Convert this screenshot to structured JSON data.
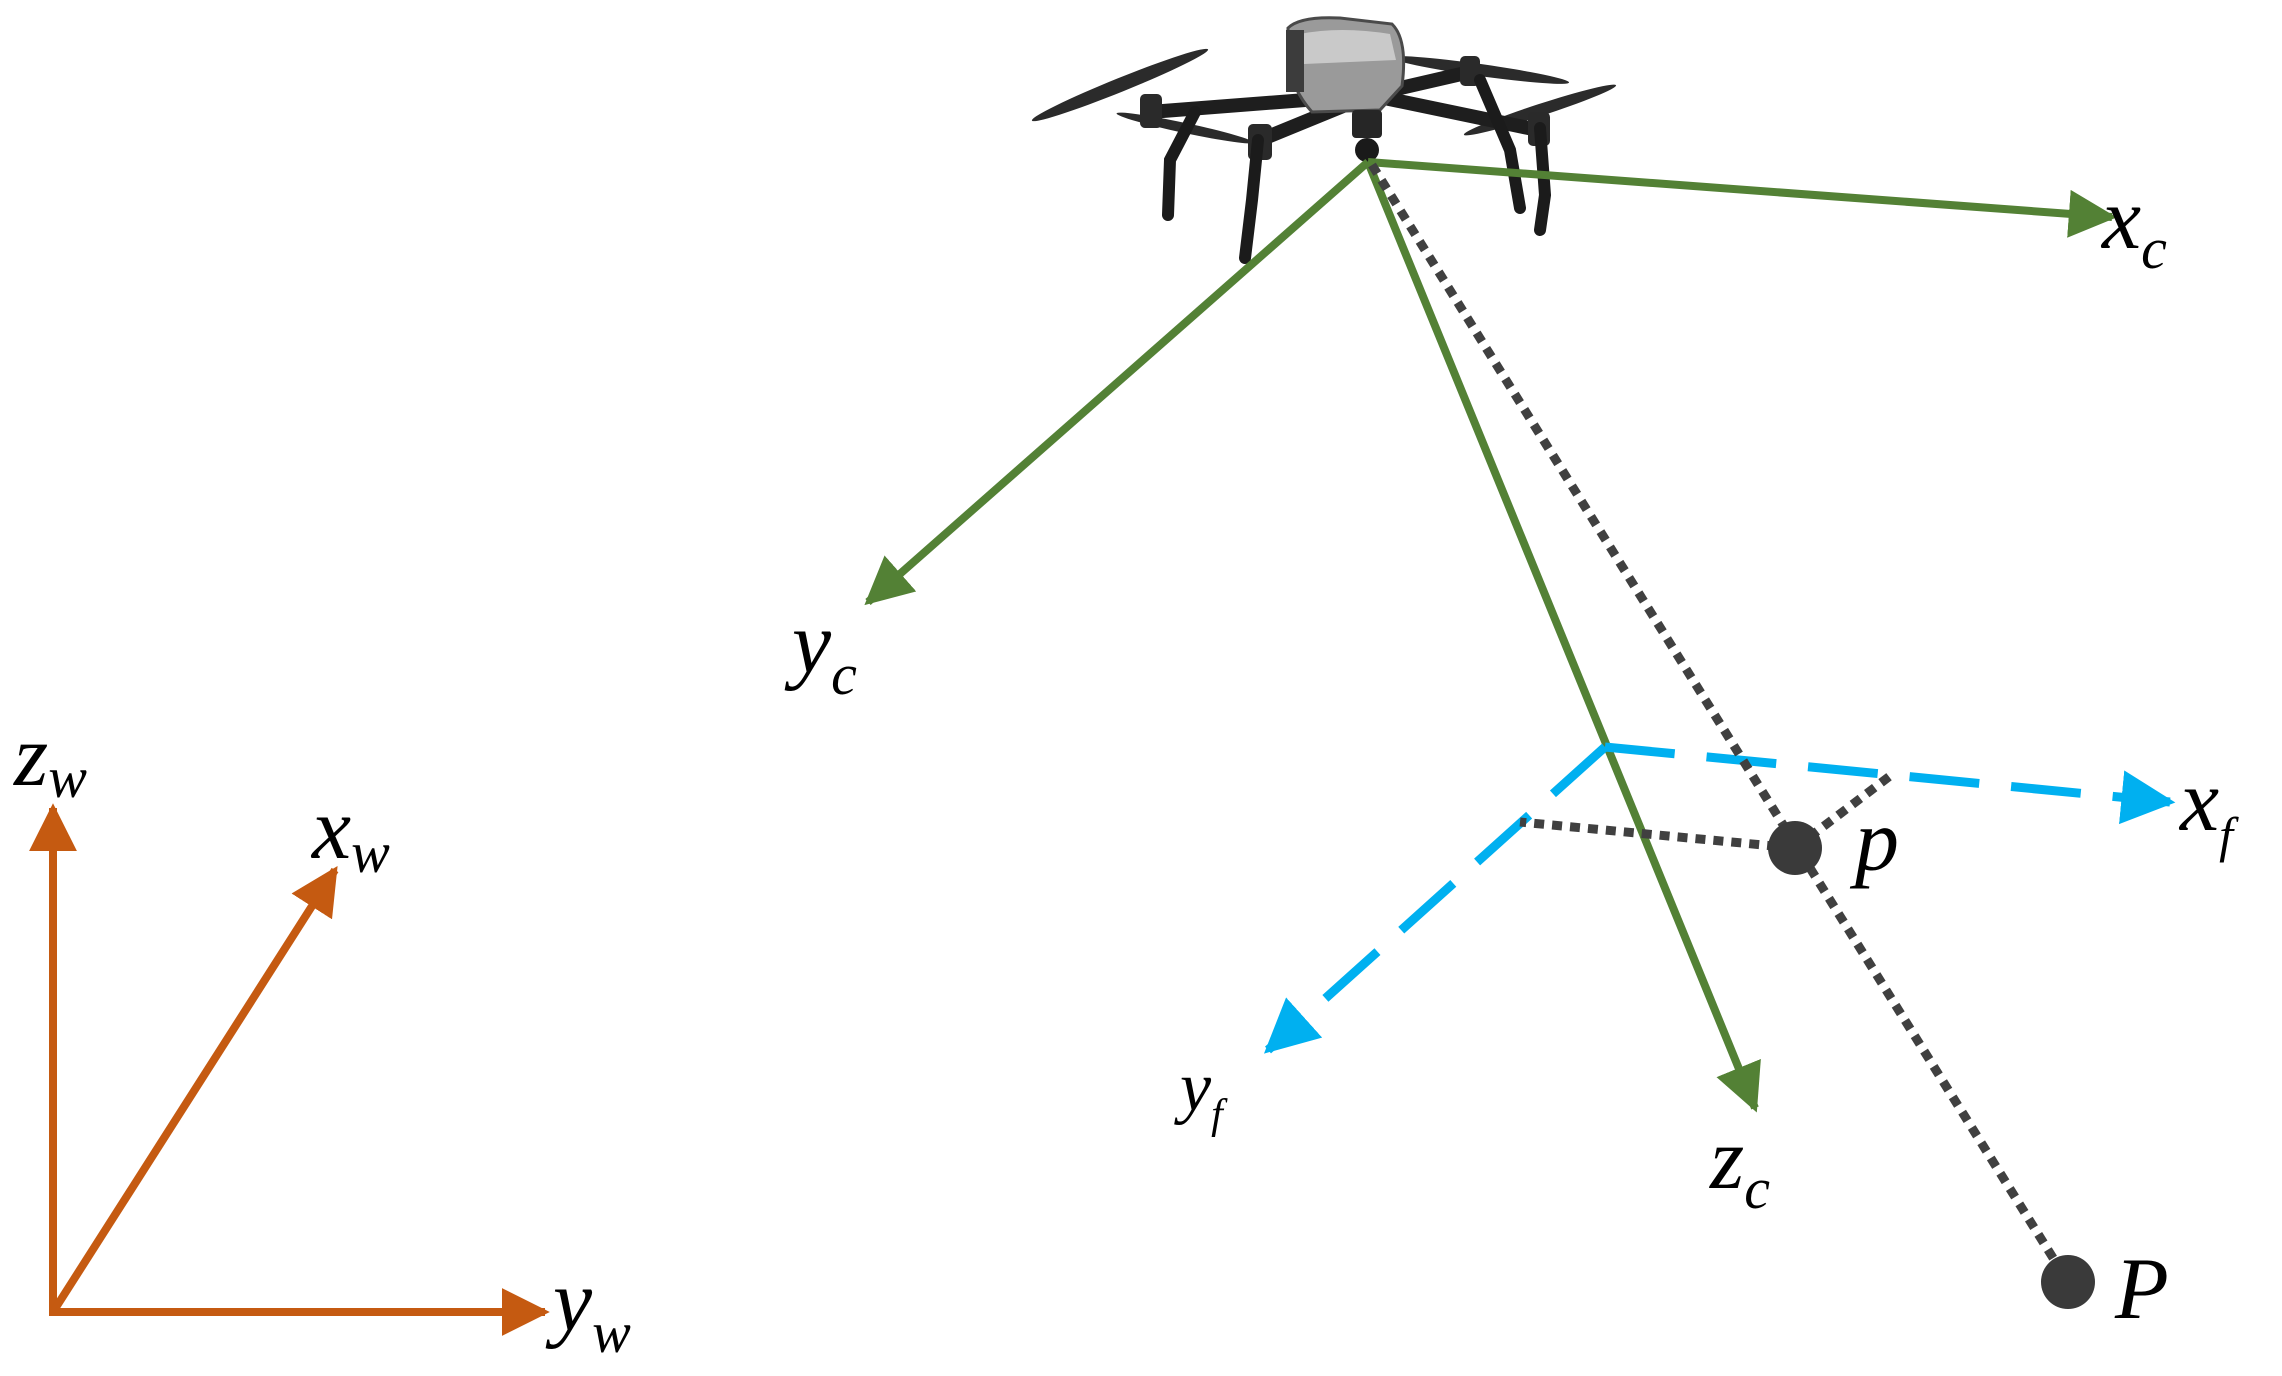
{
  "colors": {
    "world": "#c55a11",
    "camera": "#538135",
    "image_plane": "#00b0f0",
    "projection_ray": "#404040",
    "point": "#3a3a3a"
  },
  "labels": {
    "zw": {
      "main": "z",
      "sub": "w"
    },
    "xw": {
      "main": "x",
      "sub": "w"
    },
    "yw": {
      "main": "y",
      "sub": "w"
    },
    "xc": {
      "main": "x",
      "sub": "c"
    },
    "yc": {
      "main": "y",
      "sub": "c"
    },
    "zc": {
      "main": "z",
      "sub": "c"
    },
    "xf": {
      "main": "x",
      "sub": "f"
    },
    "yf": {
      "main": "y",
      "sub": "f"
    },
    "p_image": "p",
    "P_world": "P"
  },
  "icons": {
    "drone": "drone-icon"
  }
}
